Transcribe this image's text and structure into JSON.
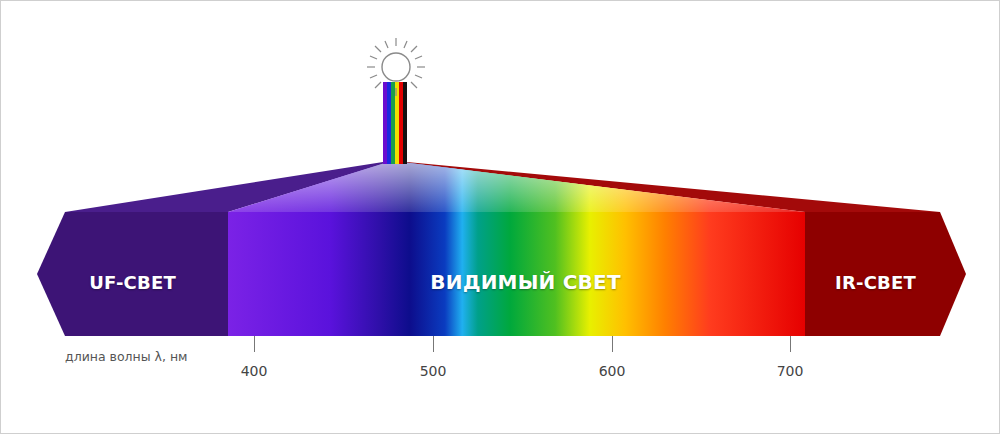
{
  "diagram": {
    "nodes": [
      {
        "text": [
          "UF-СВЕТ"
        ]
      },
      {
        "text": [
          "ВИДИМЫЙ СВЕТ"
        ]
      },
      {
        "text": [
          "IR-СВЕТ"
        ]
      }
    ],
    "labels": [
      "длина волны λ, нм",
      "400",
      "500",
      "600",
      "700"
    ]
  }
}
